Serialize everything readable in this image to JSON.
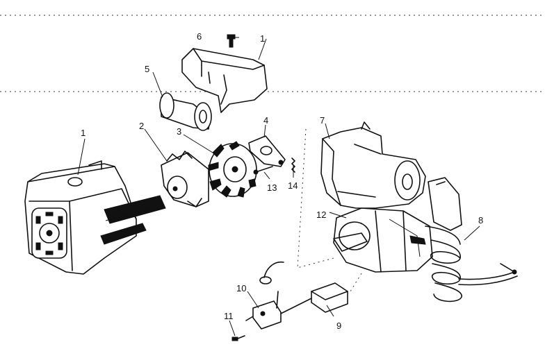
{
  "callouts": {
    "c1_top": "1",
    "c1_left": "1",
    "c2": "2",
    "c3": "3",
    "c4": "4",
    "c5": "5",
    "c6": "6",
    "c7": "7",
    "c8": "8",
    "c9": "9",
    "c10": "10",
    "c11": "11",
    "c12": "12",
    "c13": "13",
    "c14": "14"
  }
}
